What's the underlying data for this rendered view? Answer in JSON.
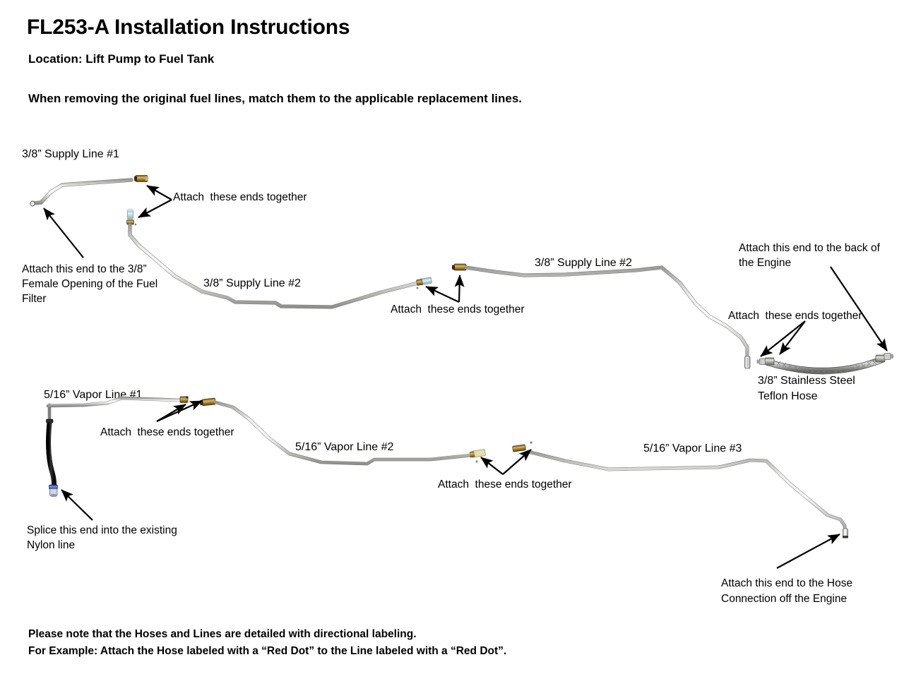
{
  "document": {
    "title": "FL253-A Installation Instructions",
    "location_line": "Location: Lift Pump to Fuel Tank",
    "lede": "When removing the original fuel lines, match them to the applicable replacement lines.",
    "footnote_line1": "Please note that the Hoses and Lines are detailed with directional labeling.",
    "footnote_line2": "For Example: Attach the Hose labeled with a “Red Dot” to the Line labeled with a “Red Dot”."
  },
  "parts": {
    "supply_line_1": "3/8” Supply Line #1",
    "supply_line_2_left": "3/8” Supply Line #2",
    "supply_line_2_right": "3/8” Supply Line #2",
    "teflon_hose_line1": "3/8” Stainless Steel",
    "teflon_hose_line2": "Teflon Hose",
    "vapor_line_1": "5/16” Vapor Line #1",
    "vapor_line_2": "5/16” Vapor Line #2",
    "vapor_line_3": "5/16” Vapor Line #3"
  },
  "callouts": {
    "attach_ends_supply1": "Attach  these ends together",
    "attach_ends_supply2": "Attach  these ends together",
    "attach_ends_teflon": "Attach  these ends together",
    "attach_ends_vapor1": "Attach  these ends together",
    "attach_ends_vapor2": "Attach  these ends together",
    "fuel_filter_l1": "Attach this end to the 3/8”",
    "fuel_filter_l2": "Female Opening of the Fuel",
    "fuel_filter_l3": "Filter",
    "back_of_engine_l1": "Attach this end to the back of",
    "back_of_engine_l2": "the Engine",
    "splice_nylon_l1": "Splice this end into the existing",
    "splice_nylon_l2": "Nylon line",
    "hose_connection_l1": "Attach this end to the Hose",
    "hose_connection_l2": "Connection off the Engine"
  },
  "colors": {
    "ink": "#000000",
    "tube_light": "#f2f2f0",
    "tube_mid": "#c9c9c6",
    "tube_dark": "#8d8d8a",
    "brass": "#8a6a2a",
    "brass_light": "#c9a451",
    "teal": "#a9cdd6",
    "blue_clip": "#4a63c8",
    "rubber": "#1a1a1a",
    "braid": "#9a9a97"
  }
}
